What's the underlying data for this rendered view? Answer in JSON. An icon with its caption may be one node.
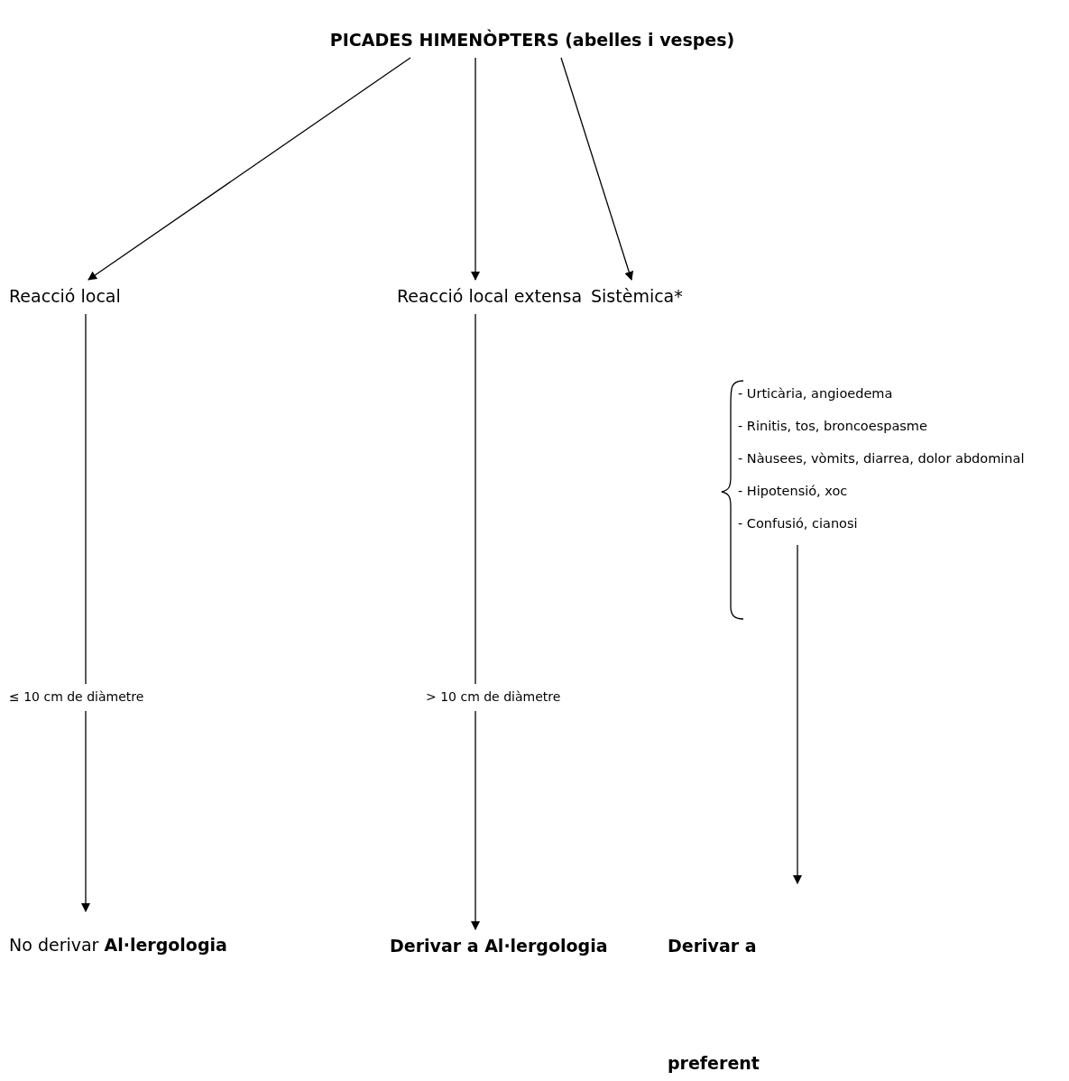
{
  "diagram": {
    "nodes": [
      {
        "text": [
          "PICADES HIMENÒPTERS (abelles i vespes)"
        ]
      },
      {
        "text": [
          "Reacció local"
        ]
      },
      {
        "text": [
          "Reacció local extensa"
        ]
      },
      {
        "text": [
          "Sistèmica*"
        ]
      },
      {
        "text": [
          "≤ 10 cm de diàmetre"
        ]
      },
      {
        "text": [
          "> 10 cm de diàmetre"
        ]
      },
      {
        "text": [
          "- Urticària, angioedema",
          "- Rinitis, tos, broncoespasme",
          "- Nàusees, vòmits, diarrea, dolor abdominal",
          "- Hipotensió, xoc",
          "- Confusió, cianosi"
        ]
      },
      {
        "text": [
          "No derivar **Al·lergologia**"
        ]
      },
      {
        "text": [
          "Derivar a Al·lergologia"
        ]
      },
      {
        "text": [
          "Derivar a preferent"
        ]
      }
    ],
    "edges": [
      {
        "from": 0,
        "to": 1,
        "arrow": "to"
      },
      {
        "from": 0,
        "to": 2,
        "arrow": "to"
      },
      {
        "from": 0,
        "to": 3,
        "arrow": "to"
      },
      {
        "from": 1,
        "to": 4,
        "arrow": "none"
      },
      {
        "from": 2,
        "to": 5,
        "arrow": "none"
      },
      {
        "from": 4,
        "to": 7,
        "arrow": "to"
      },
      {
        "from": 5,
        "to": 8,
        "arrow": "to"
      },
      {
        "from": 6,
        "to": 9,
        "arrow": "to"
      }
    ]
  }
}
